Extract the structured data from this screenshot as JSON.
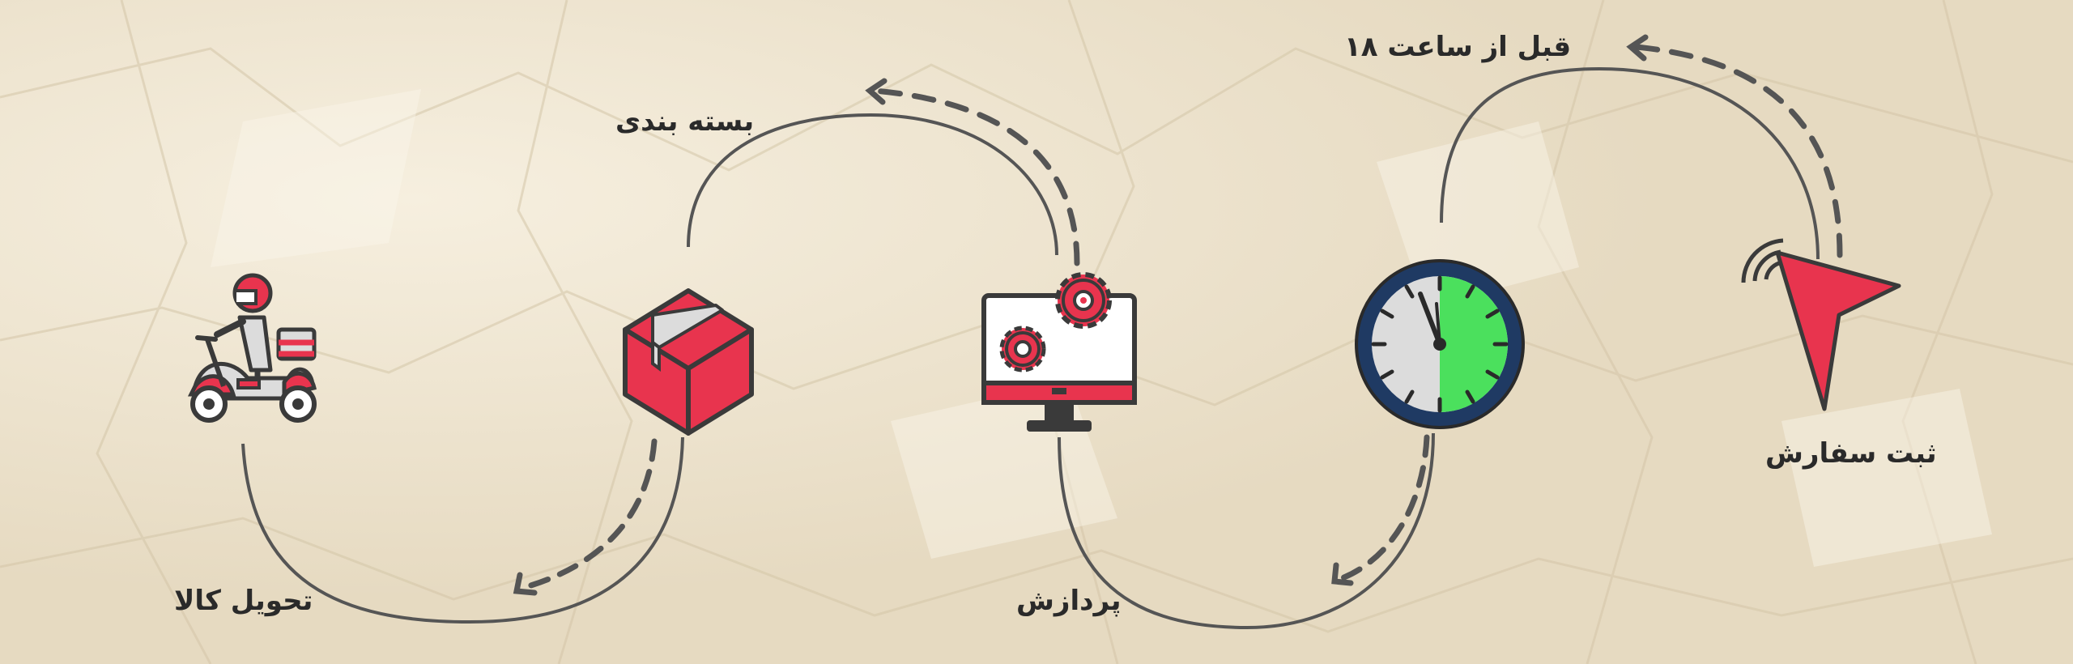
{
  "steps": {
    "order": "ثبت سفارش",
    "deadline": "قبل از ساعت ۱۸",
    "processing": "پردازش",
    "packaging": "بسته بندی",
    "delivery": "تحویل کالا"
  },
  "colors": {
    "paper": "#ede3cf",
    "accent_red": "#e8344e",
    "clock_green": "#4be05d",
    "clock_ring": "#1f3a63",
    "outline": "#3a3a3a",
    "connector": "#555555"
  },
  "icons": [
    "cursor-click-icon",
    "clock-icon",
    "monitor-gears-icon",
    "package-box-icon",
    "delivery-scooter-icon"
  ]
}
